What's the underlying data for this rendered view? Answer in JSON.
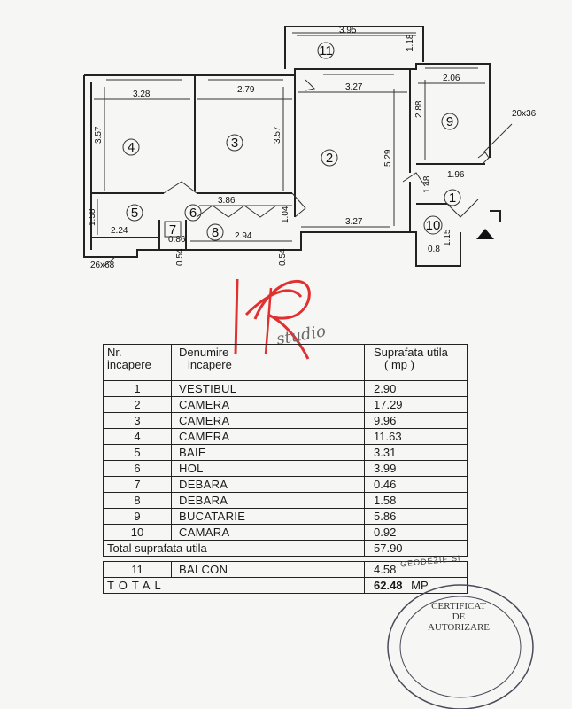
{
  "plan": {
    "dims": {
      "balcony_w": "3.95",
      "balcony_h": "1.18",
      "r4_w": "3.28",
      "r3_w": "2.79",
      "r2_w": "3.27",
      "r9_w": "2.06",
      "r4_h": "3.57",
      "r3_h": "3.57",
      "r2_h": "5.29",
      "r9_h": "2.88",
      "duct": "20x36",
      "r1_w": "1.96",
      "r1_h": "1.48",
      "hall_w": "3.86",
      "r5_h": "1.58",
      "r5_w": "2.24",
      "hall_h": "1.04",
      "r7_w": "0.86",
      "r8_w": "2.94",
      "r2_bottom_w": "3.27",
      "r10_w": "0.8",
      "r10_h": "1.15",
      "wall_a": "0.54",
      "wall_b": "0.54",
      "vent": "26x68"
    },
    "room_numbers": [
      "1",
      "2",
      "3",
      "4",
      "5",
      "6",
      "7",
      "8",
      "9",
      "10",
      "11"
    ]
  },
  "watermark": {
    "text": "studio"
  },
  "table": {
    "headers": {
      "nr": [
        "Nr.",
        "incapere"
      ],
      "name": [
        "Denumire",
        "incapere"
      ],
      "area": [
        "Suprafata utila",
        "( mp )"
      ]
    },
    "rows": [
      {
        "nr": "1",
        "name": "VESTIBUL",
        "area": "2.90"
      },
      {
        "nr": "2",
        "name": "CAMERA",
        "area": "17.29"
      },
      {
        "nr": "3",
        "name": "CAMERA",
        "area": "9.96"
      },
      {
        "nr": "4",
        "name": "CAMERA",
        "area": "11.63"
      },
      {
        "nr": "5",
        "name": "BAIE",
        "area": "3.31"
      },
      {
        "nr": "6",
        "name": "HOL",
        "area": "3.99"
      },
      {
        "nr": "7",
        "name": "DEBARA",
        "area": "0.46"
      },
      {
        "nr": "8",
        "name": "DEBARA",
        "area": "1.58"
      },
      {
        "nr": "9",
        "name": "BUCATARIE",
        "area": "5.86"
      },
      {
        "nr": "10",
        "name": "CAMARA",
        "area": "0.92"
      }
    ],
    "subtotal": {
      "label": "Total suprafata utila",
      "value": "57.90"
    },
    "balcony": {
      "nr": "11",
      "name": "BALCON",
      "area": "4.58"
    },
    "total": {
      "label": "TOTAL",
      "value": "62.48",
      "unit": "MP"
    }
  },
  "stamp": {
    "ring": "GEODEZIE SI",
    "lines": [
      "CERTIFICAT",
      "DE",
      "AUTORIZARE"
    ]
  }
}
